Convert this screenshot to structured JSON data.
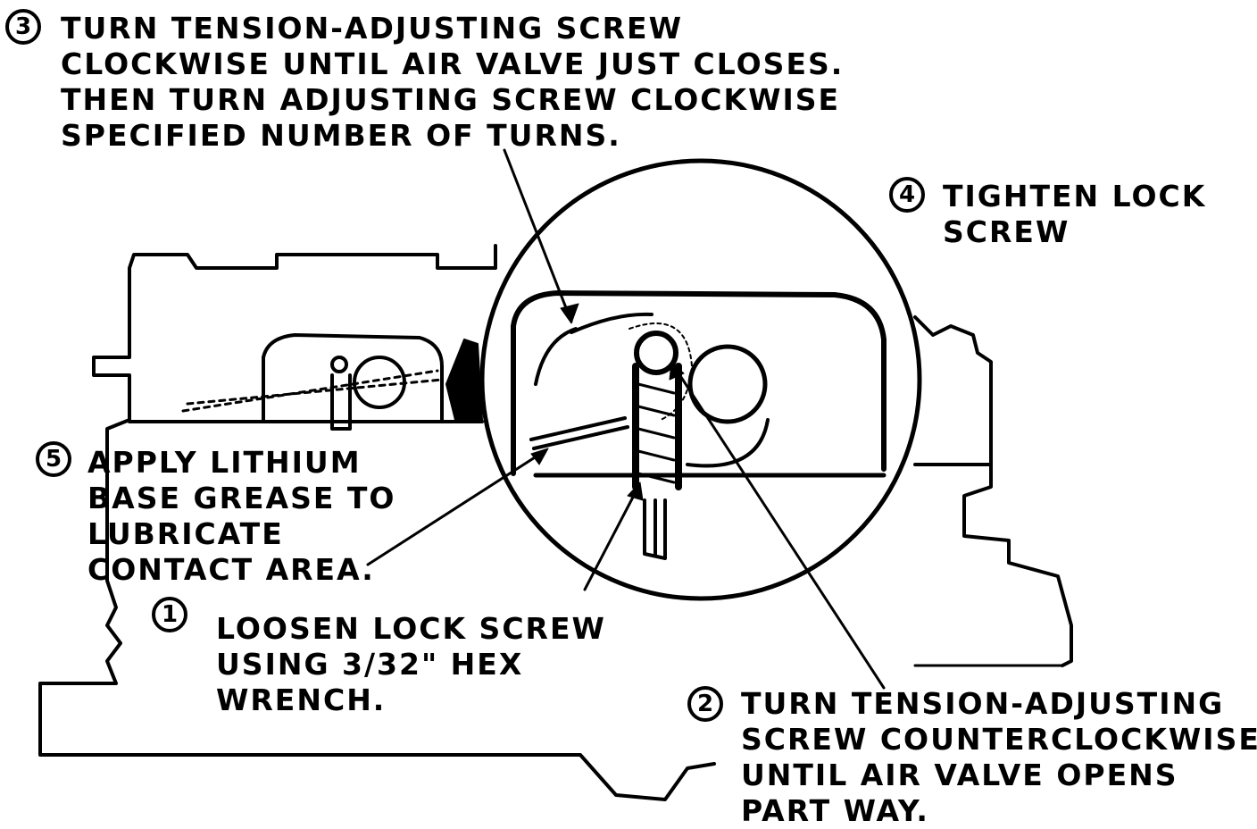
{
  "callouts": [
    {
      "number": "3",
      "lines": [
        "TURN TENSION-ADJUSTING SCREW",
        "CLOCKWISE UNTIL AIR VALVE JUST CLOSES.",
        "THEN TURN ADJUSTING SCREW CLOCKWISE",
        "SPECIFIED NUMBER OF TURNS."
      ]
    },
    {
      "number": "4",
      "lines": [
        "TIGHTEN LOCK",
        "SCREW"
      ]
    },
    {
      "number": "5",
      "lines": [
        "APPLY LITHIUM",
        "BASE GREASE TO",
        "LUBRICATE",
        "CONTACT AREA."
      ]
    },
    {
      "number": "1",
      "lines": [
        "LOOSEN LOCK SCREW",
        "USING 3/32\" HEX",
        "WRENCH."
      ]
    },
    {
      "number": "2",
      "lines": [
        "TURN TENSION-ADJUSTING",
        "SCREW COUNTERCLOCKWISE",
        "UNTIL AIR VALVE OPENS",
        "PART WAY."
      ]
    }
  ]
}
